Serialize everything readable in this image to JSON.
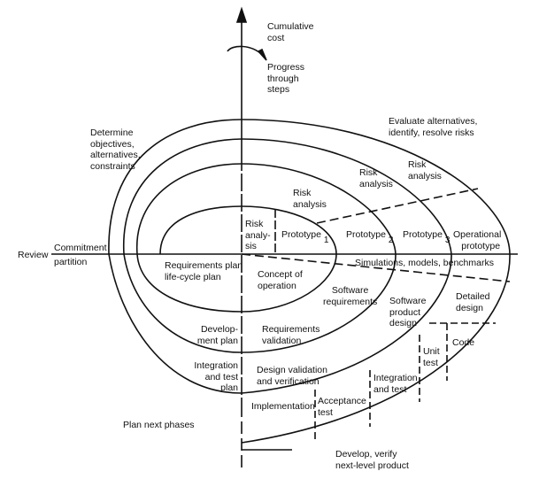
{
  "diagram": {
    "title_axis": {
      "vertical_axis_label": [
        "Cumulative",
        "cost"
      ],
      "rotation_label": [
        "Progress",
        "through",
        "steps"
      ]
    },
    "quadrants": {
      "top_left": [
        "Determine",
        "objectives,",
        "alternatives,",
        "constraints"
      ],
      "top_right": [
        "Evaluate alternatives,",
        "identify, resolve risks"
      ],
      "bottom_left": "Plan next phases",
      "bottom_right": [
        "Develop, verify",
        "next-level product"
      ]
    },
    "horizontal_axis": {
      "review": "Review",
      "commitment": "Commitment",
      "partition": "partition"
    },
    "risk_analysis": [
      [
        "Risk",
        "analy-",
        "sis"
      ],
      [
        "Risk",
        "analysis"
      ],
      [
        "Risk",
        "analysis"
      ],
      [
        "Risk",
        "analysis"
      ]
    ],
    "prototypes": [
      {
        "label": "Prototype",
        "num": "1"
      },
      {
        "label": "Prototype",
        "num": "2"
      },
      {
        "label": "Prototype",
        "num": "3"
      },
      {
        "label": "Operational",
        "num": "prototype"
      }
    ],
    "simulations": "Simulations, models, benchmarks",
    "planning": [
      [
        "Requirements plan",
        "life-cycle plan"
      ],
      [
        "Develop-",
        "ment plan"
      ],
      [
        "Integration",
        "and test",
        "plan"
      ]
    ],
    "development": {
      "concept": [
        "Concept of",
        "operation"
      ],
      "software_requirements": [
        "Software",
        "requirements"
      ],
      "software_product_design": [
        "Software",
        "product",
        "design"
      ],
      "detailed_design": [
        "Detailed",
        "design"
      ],
      "code": "Code",
      "unit_test": [
        "Unit",
        "test"
      ],
      "integration_test": [
        "Integration",
        "and test"
      ],
      "acceptance_test": [
        "Acceptance",
        "test"
      ],
      "implementation": "Implementation",
      "requirements_validation": [
        "Requirements",
        "validation"
      ],
      "design_validation": [
        "Design validation",
        "and verification"
      ]
    }
  }
}
